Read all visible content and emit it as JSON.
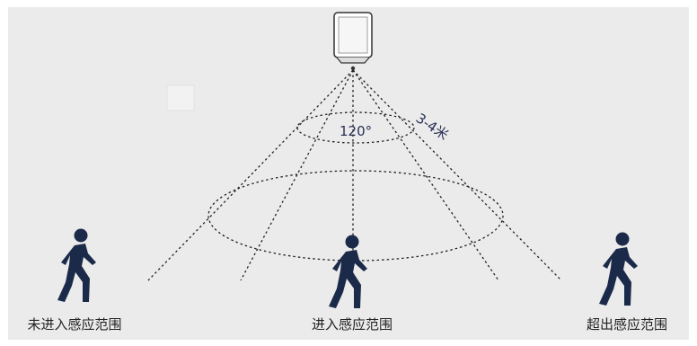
{
  "diagram": {
    "angle_label": "120°",
    "distance_label": "3-4米",
    "zones": [
      {
        "id": "outside-left",
        "label": "未进入感应范围"
      },
      {
        "id": "inside",
        "label": "进入感应范围"
      },
      {
        "id": "outside-right",
        "label": "超出感应范围"
      }
    ],
    "colors": {
      "background": "#ebebeb",
      "person": "#1c2a4a",
      "beam": "#222222",
      "label_text": "#2a2f55"
    },
    "icons": [
      "motion-sensor-icon",
      "person-walking-icon"
    ]
  }
}
